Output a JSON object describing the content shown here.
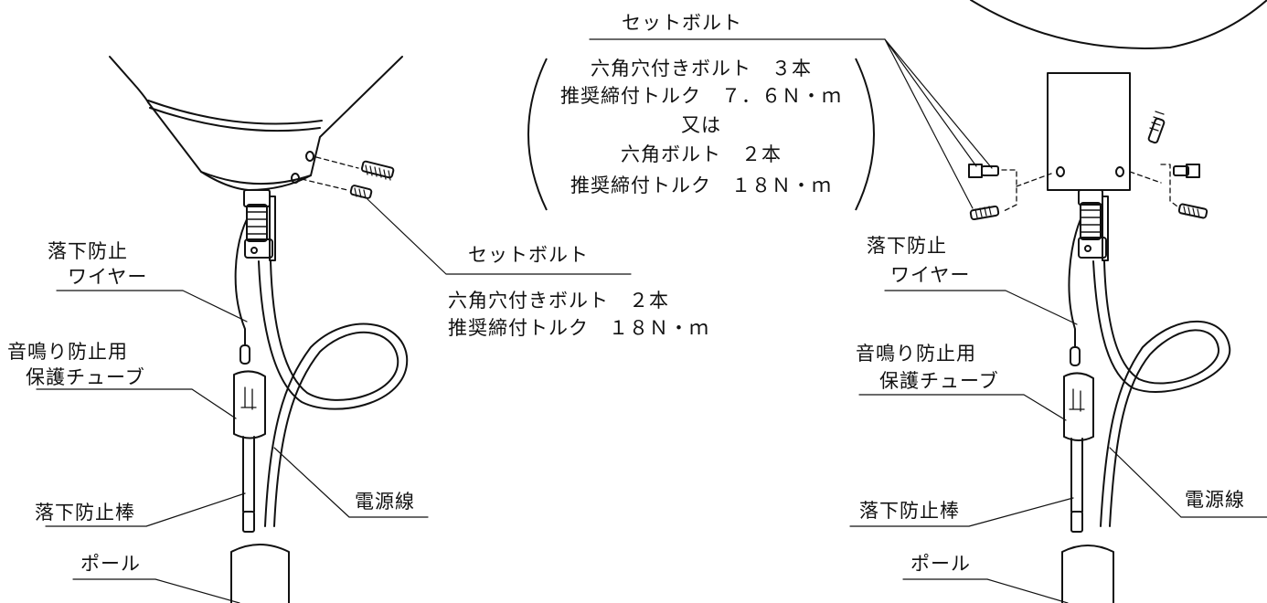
{
  "left": {
    "set_bolt_title": "セットボルト",
    "set_bolt_spec": [
      "六角穴付きボルト　２本",
      "推奨締付トルク　１８Ｎ・ｍ"
    ],
    "wire_label": [
      "落下防止",
      "ワイヤー"
    ],
    "tube_label": [
      "音鳴り防止用",
      "保護チューブ"
    ],
    "rod_label": "落下防止棒",
    "pole_label": "ポール",
    "cable_label": "電源線"
  },
  "top": {
    "set_bolt_title": "セットボルト",
    "spec": [
      "六角穴付きボルト　３本",
      "推奨締付トルク　７．６Ｎ・ｍ",
      "又は",
      "六角ボルト　２本",
      "推奨締付トルク　１８Ｎ・ｍ"
    ]
  },
  "right": {
    "wire_label": [
      "落下防止",
      "ワイヤー"
    ],
    "tube_label": [
      "音鳴り防止用",
      "保護チューブ"
    ],
    "rod_label": "落下防止棒",
    "pole_label": "ポール",
    "cable_label": "電源線"
  }
}
